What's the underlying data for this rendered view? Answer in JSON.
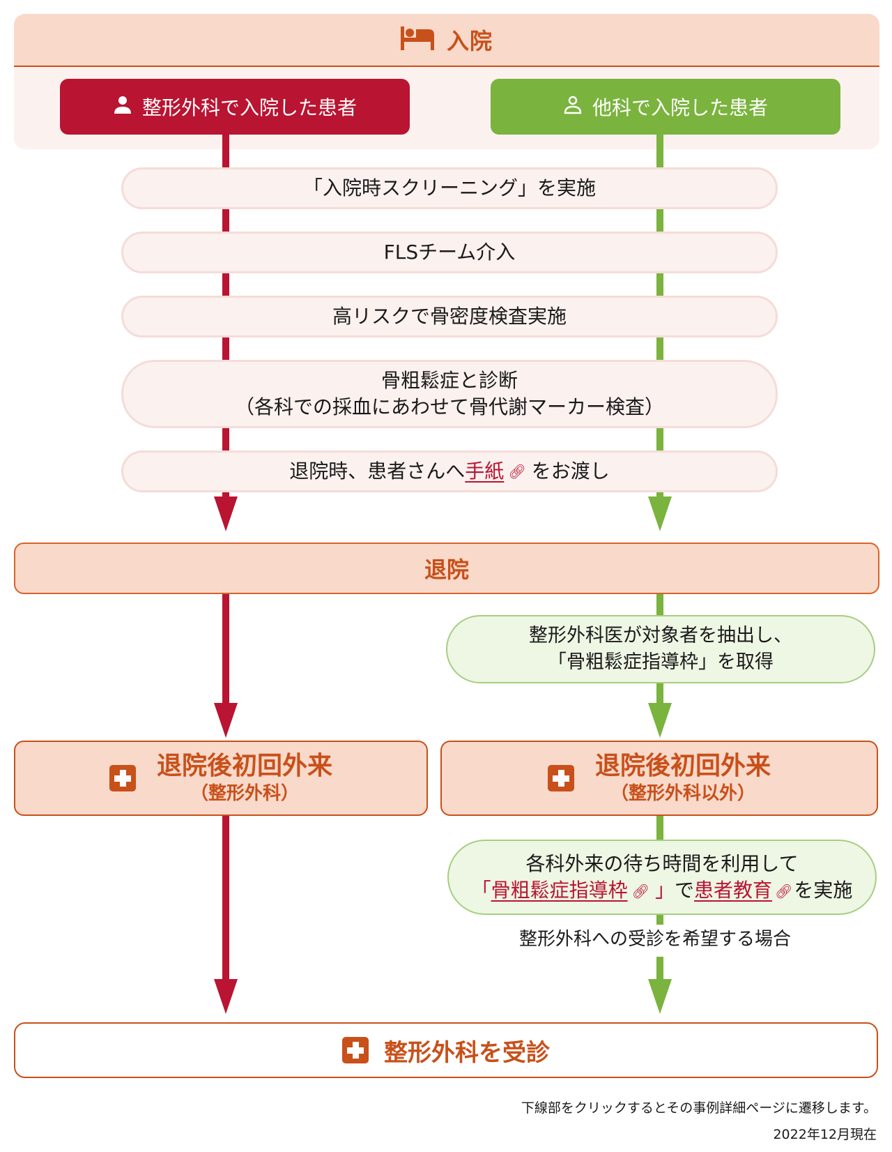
{
  "admission": {
    "title": "入院",
    "icon": "bed-icon",
    "patient_ortho": {
      "label": "整形外科で入院した患者",
      "icon": "person-filled-icon",
      "color": "#b91432"
    },
    "patient_other": {
      "label": "他科で入院した患者",
      "icon": "person-outline-icon",
      "color": "#7ab33e"
    }
  },
  "steps": [
    {
      "text": "「入院時スクリーニング」を実施"
    },
    {
      "text": "FLSチーム介入"
    },
    {
      "text": "高リスクで骨密度検査実施"
    },
    {
      "line1": "骨粗鬆症と診断",
      "line2": "（各科での採血にあわせて骨代謝マーカー検査）"
    },
    {
      "before": "退院時、患者さんへ",
      "link": "手紙",
      "after": "をお渡し",
      "link_icon": "link-icon"
    }
  ],
  "discharge": {
    "title": "退院"
  },
  "extract_step": {
    "line1": "整形外科医が対象者を抽出し、",
    "line2": "「骨粗鬆症指導枠」を取得"
  },
  "outpatient_ortho": {
    "title": "退院後初回外来",
    "subtitle": "（整形外科）",
    "icon": "medical-cross-icon"
  },
  "outpatient_other": {
    "title": "退院後初回外来",
    "subtitle": "（整形外科以外）",
    "icon": "medical-cross-icon"
  },
  "education_step": {
    "line1": "各科外来の待ち時間を利用して",
    "bracket_open": "「",
    "link1": "骨粗鬆症指導枠",
    "bracket_close": "」",
    "middle": "で",
    "link2": "患者教育",
    "after": "を実施"
  },
  "condition_label": "整形外科への受診を希望する場合",
  "final": {
    "title": "整形外科を受診",
    "icon": "medical-cross-icon"
  },
  "notes": {
    "link_hint": "下線部をクリックするとその事例詳細ページに遷移します。",
    "as_of": "2022年12月現在"
  },
  "colors": {
    "accent_orange": "#c8501a",
    "ortho_red": "#b91432",
    "other_green": "#7ab33e",
    "header_bg": "#f8d9ca"
  }
}
